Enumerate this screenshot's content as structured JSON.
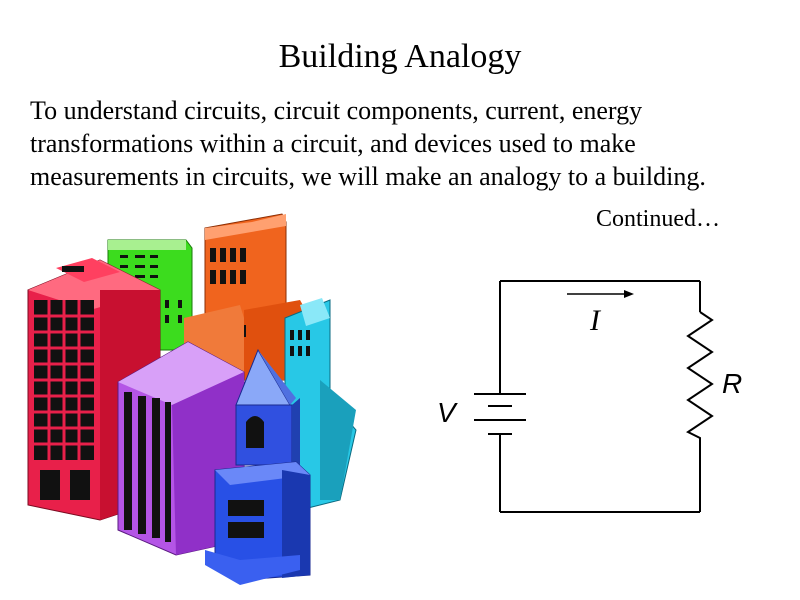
{
  "slide": {
    "title": "Building Analogy",
    "body": "To understand circuits, circuit components, current, energy transformations within a circuit, and devices used to make measurements in circuits, we will make an analogy to a building.",
    "continued": "Continued…"
  },
  "circuit": {
    "voltage_label": "V",
    "current_label": "I",
    "resistor_label": "R"
  },
  "clipart": {
    "icon": "city-buildings-icon",
    "colors": {
      "red": "#e8204a",
      "green": "#3cdc1e",
      "orange": "#f0641e",
      "cyan": "#28c8e6",
      "purple": "#b455e6",
      "blue": "#2850e6"
    }
  }
}
